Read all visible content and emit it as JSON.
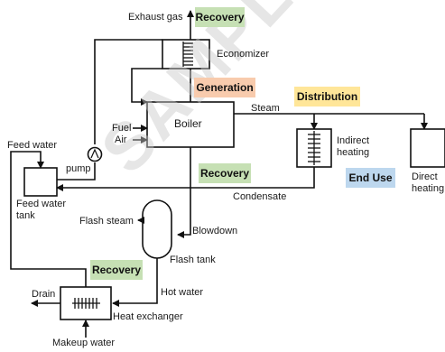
{
  "labels": {
    "exhaust_gas": "Exhaust gas",
    "economizer": "Economizer",
    "boiler": "Boiler",
    "steam": "Steam",
    "fuel": "Fuel",
    "air": "Air",
    "feed_water": "Feed water",
    "pump": "pump",
    "feed_water_tank": "Feed water\ntank",
    "indirect_heating": "Indirect\nheating",
    "direct_heating": "Direct\nheating",
    "condensate": "Condensate",
    "flash_steam": "Flash steam",
    "blowdown": "Blowdown",
    "flash_tank": "Flash tank",
    "hot_water": "Hot water",
    "drain": "Drain",
    "heat_exchanger": "Heat exchanger",
    "makeup_water": "Makeup water"
  },
  "tags": {
    "recovery_top": "Recovery",
    "generation": "Generation",
    "distribution": "Distribution",
    "recovery_mid": "Recovery",
    "end_use": "End Use",
    "recovery_bottom": "Recovery"
  },
  "tag_colors": {
    "recovery": "#c6e0b4",
    "generation": "#f8cbad",
    "distribution": "#ffe699",
    "end_use": "#bdd7ee"
  },
  "watermark": "SAMPLE"
}
